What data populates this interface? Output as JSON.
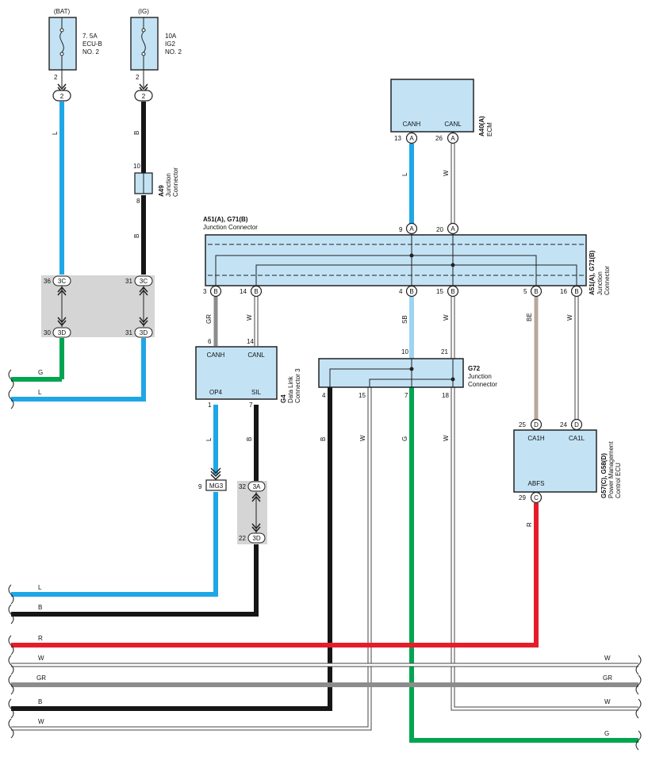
{
  "colors": {
    "L": "#1ea7e6",
    "SB": "#9dd4f2",
    "B": "#161616",
    "G": "#00a551",
    "R": "#e51d2a",
    "GR": "#8c8c8c",
    "BE": "#b9a79b",
    "W": "#ffffff",
    "component_fill": "#c3e3f5",
    "splice_fill": "#d5d5d5"
  },
  "power": {
    "bat": {
      "source": "(BAT)",
      "line1": "7. 5A",
      "line2": "ECU-B",
      "line3": "NO. 2",
      "pin": "2",
      "conn": "2"
    },
    "ig": {
      "source": "(IG)",
      "line1": "10A",
      "line2": "IG2",
      "line3": "NO. 2",
      "pin": "2",
      "conn": "2"
    }
  },
  "a49": {
    "pin_top": "10",
    "pin_bottom": "8",
    "code": "A49",
    "label1": "Junction",
    "label2": "Connector"
  },
  "splice1": {
    "left_top": "36",
    "left_top_id": "3C",
    "right_top": "31",
    "right_top_id": "3C",
    "left_bot": "30",
    "left_bot_id": "3D",
    "right_bot": "31",
    "right_bot_id": "3D"
  },
  "ecm": {
    "code": "A40(A)",
    "name": "ECM",
    "canh": "CANH",
    "canl": "CANL",
    "canh_pin": "13",
    "canl_pin": "26",
    "conn": "A"
  },
  "jc1": {
    "title_code": "A51(A), G71(B)",
    "title_name": "Junction Connector",
    "side_code": "A51(A), G71(B)",
    "side_l1": "Junction",
    "side_l2": "Connector",
    "top_pins": [
      {
        "num": "9",
        "id": "A"
      },
      {
        "num": "20",
        "id": "A"
      }
    ],
    "bottom_pins": [
      {
        "num": "3",
        "id": "B"
      },
      {
        "num": "14",
        "id": "B"
      },
      {
        "num": "4",
        "id": "B"
      },
      {
        "num": "15",
        "id": "B"
      },
      {
        "num": "5",
        "id": "B"
      },
      {
        "num": "16",
        "id": "B"
      }
    ]
  },
  "dlc": {
    "code": "G4",
    "l1": "Data Link",
    "l2": "Connector 3",
    "canh": "CANH",
    "canl": "CANL",
    "op4": "OP4",
    "sil": "SIL",
    "pin_canh": "6",
    "pin_canl": "14",
    "pin_op4": "1",
    "pin_sil": "7"
  },
  "g72": {
    "code": "G72",
    "l1": "Junction",
    "l2": "Connector",
    "pin_10": "10",
    "pin_21": "21",
    "pin_4": "4",
    "pin_15": "15",
    "pin_7": "7",
    "pin_18": "18"
  },
  "pm": {
    "code": "G57(C), G58(D)",
    "l1": "Power Management",
    "l2": "Control ECU",
    "ca1h": "CA1H",
    "ca1l": "CA1L",
    "abfs": "ABFS",
    "pin_ca1h": "25",
    "pin_ca1l": "24",
    "pin_abfs": "29",
    "id_d": "D",
    "id_c": "C"
  },
  "mg3": {
    "pin": "9",
    "label": "MG3"
  },
  "splice2": {
    "top_pin": "32",
    "top_id": "3A",
    "bot_pin": "22",
    "bot_id": "3D"
  },
  "wires": {
    "bat_l": "L",
    "ig_b1": "B",
    "ig_b2": "B",
    "ecm_l": "L",
    "ecm_w": "W",
    "gr": "GR",
    "w14": "W",
    "sb": "SB",
    "w15": "W",
    "be": "BE",
    "w16": "W",
    "dlc_l": "L",
    "dlc_b": "B",
    "g72_b": "B",
    "g72_w": "W",
    "g72_g": "G",
    "g72_w18": "W",
    "pm_r": "R"
  },
  "bus": {
    "g_left": "G",
    "l_left": "L",
    "l2_left": "L",
    "b_left": "B",
    "r_left": "R",
    "w_left": "W",
    "w_right": "W",
    "gr_left": "GR",
    "gr_right": "GR",
    "b2_left": "B",
    "w3_right": "W",
    "w2_left": "W",
    "g_right": "G"
  }
}
